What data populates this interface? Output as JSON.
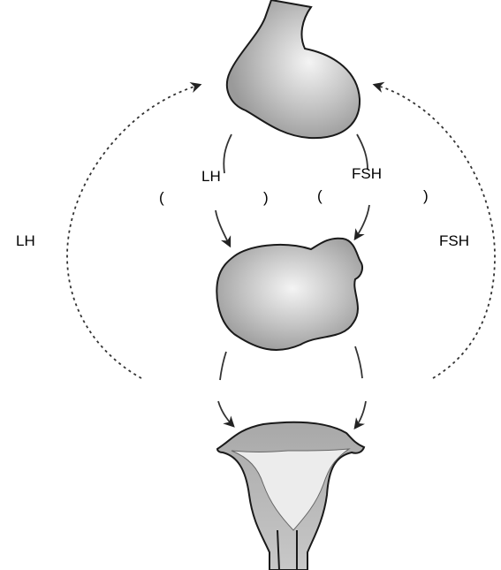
{
  "labels": {
    "lh_left": "LH",
    "fsh_right": "FSH",
    "lh_center": "LH",
    "fsh_center": "FSH",
    "paren_open_1": "(",
    "paren_close_1": ")",
    "paren_open_2": "(",
    "paren_close_2": ")"
  },
  "colors": {
    "organ_fill": "#b8b8b8",
    "organ_highlight": "#f2f2f2",
    "outline": "#1a1a1a",
    "arrow": "#333333",
    "uterus_inner": "#e8e8e8"
  }
}
